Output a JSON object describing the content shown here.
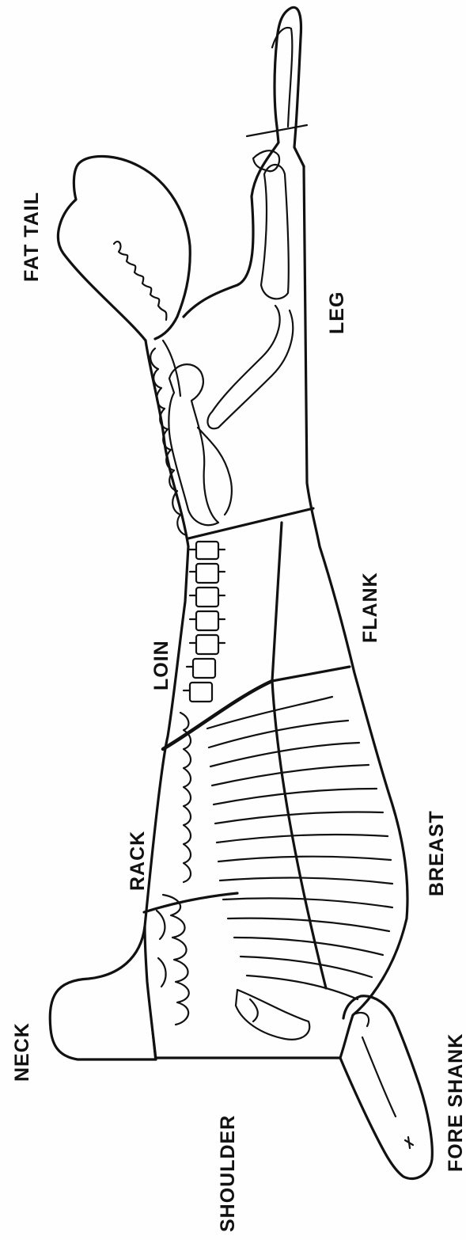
{
  "labels": {
    "fat_tail": "FAT TAIL",
    "leg": "LEG",
    "flank": "FLANK",
    "loin": "LOIN",
    "rack": "RACK",
    "breast": "BREAST",
    "neck": "NECK",
    "shoulder": "SHOULDER",
    "fore_shank": "FORE SHANK"
  },
  "colors": {
    "ink": "#111111",
    "paper": "#fefefe"
  }
}
